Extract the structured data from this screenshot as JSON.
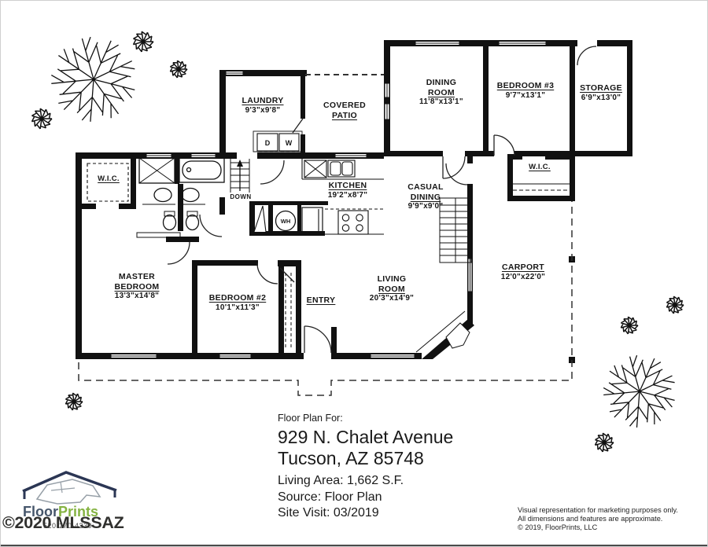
{
  "plan": {
    "rooms": {
      "laundry": {
        "line1": "",
        "line2": "LAUNDRY",
        "dims": "9'3\"x9'8\""
      },
      "covered_patio": {
        "line1": "COVERED",
        "line2": "PATIO",
        "dims": ""
      },
      "dining_room": {
        "line1": "DINING",
        "line2": "ROOM",
        "dims": "11'8\"x13'1\""
      },
      "bedroom3": {
        "line1": "",
        "line2": "BEDROOM #3",
        "dims": "9'7\"x13'1\""
      },
      "storage": {
        "line1": "",
        "line2": "STORAGE",
        "dims": "6'9\"x13'0\""
      },
      "wic_hall": {
        "line1": "",
        "line2": "W.I.C.",
        "dims": ""
      },
      "wic_master": {
        "line1": "",
        "line2": "W.I.C.",
        "dims": ""
      },
      "kitchen": {
        "line1": "",
        "line2": "KITCHEN",
        "dims": "19'2\"x8'7\""
      },
      "casual_dining": {
        "line1": "CASUAL",
        "line2": "DINING",
        "dims": "9'9\"x9'0\""
      },
      "carport": {
        "line1": "",
        "line2": "CARPORT",
        "dims": "12'0\"x22'0\""
      },
      "living_room": {
        "line1": "LIVING",
        "line2": "ROOM",
        "dims": "20'3\"x14'9\""
      },
      "master_bedroom": {
        "line1": "MASTER",
        "line2": "BEDROOM",
        "dims": "13'3\"x14'8\""
      },
      "bedroom2": {
        "line1": "",
        "line2": "BEDROOM #2",
        "dims": "10'1\"x11'3\""
      },
      "entry": {
        "line1": "",
        "line2": "ENTRY",
        "dims": ""
      }
    },
    "annotations": {
      "down": "DOWN",
      "dryer": "D",
      "washer": "W",
      "water_heater": "WH"
    }
  },
  "title_block": {
    "caption": "Floor Plan For:",
    "address_line1": "929 N. Chalet Avenue",
    "address_line2": "Tucson, AZ  85748",
    "living_area": "Living Area:  1,662 S.F.",
    "source": "Source:  Floor Plan",
    "site_visit": "Site Visit:  03/2019"
  },
  "branding": {
    "logo_word1": "Floor",
    "logo_word2": "Prints",
    "phone": "520-270-4230",
    "watermark": "©2020 MLSSAZ"
  },
  "disclaimer": {
    "line1": "Visual representation for marketing purposes only.",
    "line2": "All dimensions and features are approximate.",
    "line3": "© 2019, FloorPrints, LLC"
  },
  "colors": {
    "wall": "#111111",
    "logo_green": "#85b342",
    "logo_navy": "#2b3654",
    "watermark_gray": "#30302e"
  }
}
